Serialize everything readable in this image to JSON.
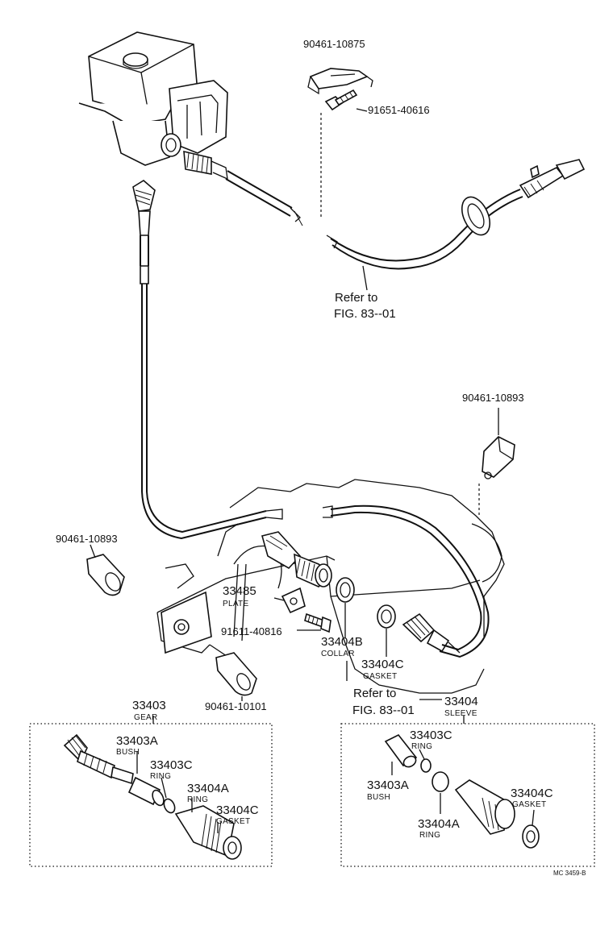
{
  "labels": {
    "p90461_10875": "90461-10875",
    "p91651_40616": "91651-40616",
    "refer_top_1": "Refer to",
    "refer_top_2": "FIG. 83--01",
    "p90461_10893_right": "90461-10893",
    "p90461_10893_left": "90461-10893",
    "p33485": "33485",
    "plate": "PLATE",
    "p91611_40816": "91611-40816",
    "p33404B": "33404B",
    "collar": "COLLAR",
    "p33404C_mid": "33404C",
    "gasket_mid": "GASKET",
    "refer_mid_1": "Refer to",
    "refer_mid_2": "FIG. 83--01",
    "p90461_10101": "90461-10101",
    "p33403": "33403",
    "gear": "GEAR",
    "p33404": "33404",
    "sleeve": "SLEEVE",
    "left_33403A": "33403A",
    "left_bush": "BUSH",
    "left_33403C": "33403C",
    "left_ring1": "RING",
    "left_33404A": "33404A",
    "left_ring2": "RING",
    "left_33404C": "33404C",
    "left_gasket": "GASKET",
    "right_33403C": "33403C",
    "right_ring1": "RING",
    "right_33403A": "33403A",
    "right_bush": "BUSH",
    "right_33404C": "33404C",
    "right_gasket": "GASKET",
    "right_33404A": "33404A",
    "right_ring2": "RING",
    "code": "MC 3459-B"
  }
}
